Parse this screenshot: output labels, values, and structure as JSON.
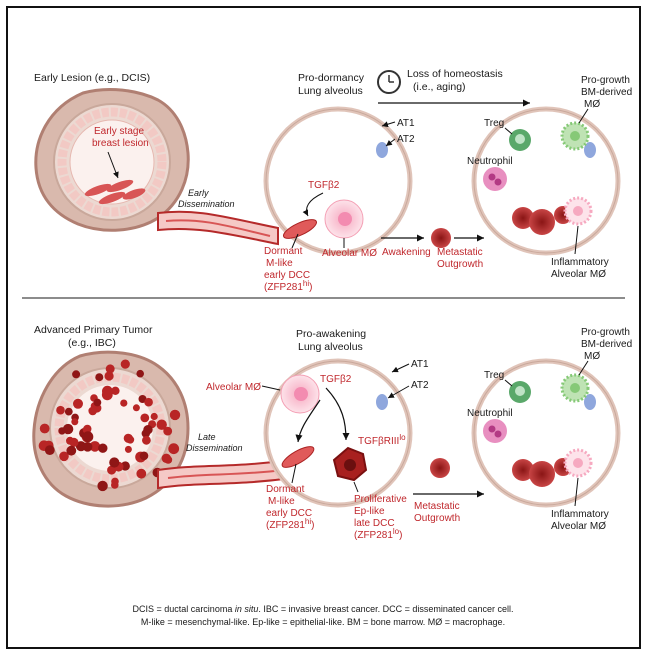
{
  "panel_top": {
    "lesion_title": "Early Lesion (e.g., DCIS)",
    "lesion_label_1": "Early stage",
    "lesion_label_2": "breast lesion",
    "dissemination_1": "Early",
    "dissemination_2": "Dissemination",
    "alveolus_title_1": "Pro-dormancy",
    "alveolus_title_2": "Lung alveolus",
    "homeostasis_1": "Loss of homeostasis",
    "homeostasis_2": "(i.e., aging)",
    "at1": "AT1",
    "at2": "AT2",
    "tgfb2": "TGFβ2",
    "dormant_1": "Dormant",
    "dormant_2": "M-like",
    "dormant_3": "early DCC",
    "dormant_4": "(ZFP281",
    "dormant_sup": "hi",
    "dormant_close": ")",
    "alveolar_mac": "Alveolar MØ",
    "awakening": "Awakening",
    "outgrowth_1": "Metastatic",
    "outgrowth_2": "Outgrowth",
    "treg": "Treg",
    "neutrophil": "Neutrophil",
    "progrowth_1": "Pro-growth",
    "progrowth_2": "BM-derived",
    "progrowth_3": "MØ",
    "inflam_1": "Inflammatory",
    "inflam_2": "Alveolar MØ"
  },
  "panel_bottom": {
    "tumor_title_1": "Advanced Primary Tumor",
    "tumor_title_2": "(e.g., IBC)",
    "dissemination_1": "Late",
    "dissemination_2": "Dissemination",
    "alveolus_title_1": "Pro-awakening",
    "alveolus_title_2": "Lung alveolus",
    "at1": "AT1",
    "at2": "AT2",
    "alveolar_mac": "Alveolar MØ",
    "tgfb2": "TGFβ2",
    "receptor": "TGFβRIII",
    "receptor_sup": "lo",
    "dormant_1": "Dormant",
    "dormant_2": "M-like",
    "dormant_3": "early DCC",
    "dormant_4": "(ZFP281",
    "dormant_sup": "hi",
    "dormant_close": ")",
    "prolif_1": "Proliferative",
    "prolif_2": "Ep-like",
    "prolif_3": "late DCC",
    "prolif_4": "(ZFP281",
    "prolif_sup": "lo",
    "prolif_close": ")",
    "outgrowth_1": "Metastatic",
    "outgrowth_2": "Outgrowth",
    "treg": "Treg",
    "neutrophil": "Neutrophil",
    "progrowth_1": "Pro-growth",
    "progrowth_2": "BM-derived",
    "progrowth_3": "MØ",
    "inflam_1": "Inflammatory",
    "inflam_2": "Alveolar MØ"
  },
  "footer": {
    "line1_a": "DCIS = ductal carcinoma ",
    "line1_b": "in situ",
    "line1_c": ". IBC = invasive breast cancer. DCC = disseminated cancer cell.",
    "line2": "M-like = mesenchymal-like. Ep-like = epithelial-like. BM = bone marrow. MØ = macrophage."
  },
  "colors": {
    "text_red": "#c0282d",
    "tissue_pink": "#f2c9c4",
    "stroma_tan": "#d9c3b6",
    "alveolus_wall": "#e8cfc6",
    "cancer_dark_red": "#a8201f",
    "treg_green": "#5aa86a",
    "bm_mac_green": "#a9d89a",
    "neutrophil_pink": "#e88fc0",
    "at2_blue": "#8fa7dd"
  }
}
